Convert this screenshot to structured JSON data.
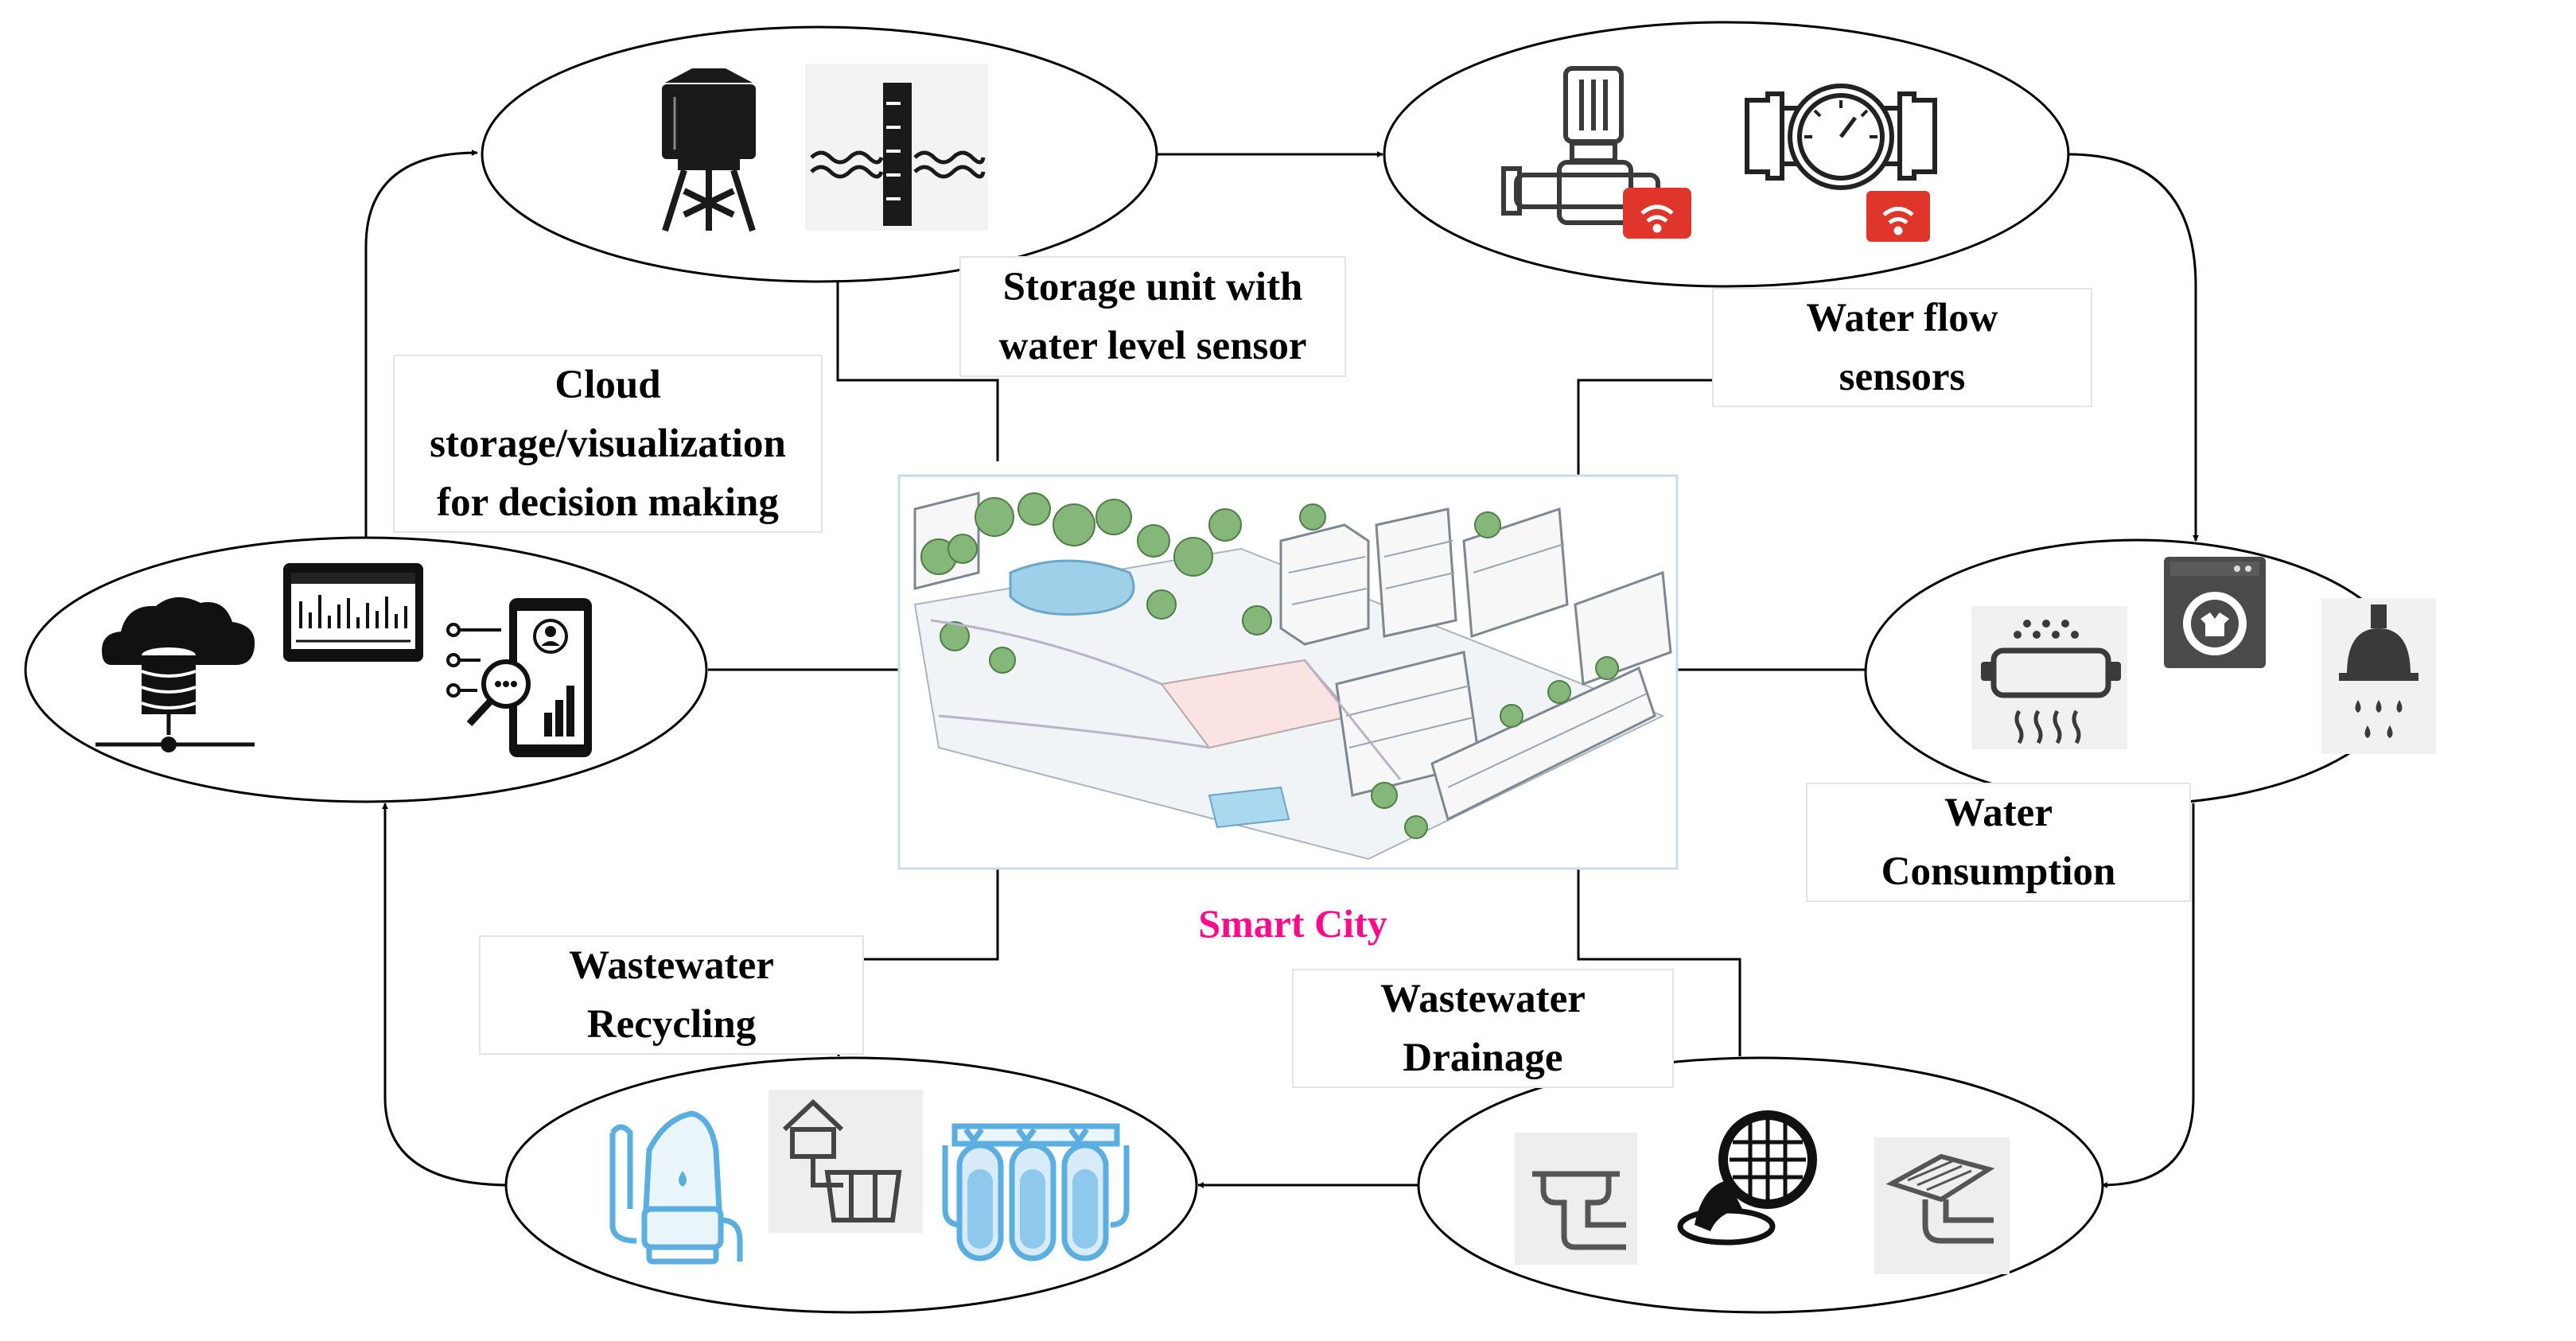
{
  "nodes": {
    "storage": {
      "label_lines": [
        "Storage unit with",
        "water level sensor"
      ]
    },
    "flow": {
      "label_lines": [
        "Water flow",
        "sensors"
      ]
    },
    "consumption": {
      "label_lines": [
        "Water",
        "Consumption"
      ]
    },
    "drainage": {
      "label_lines": [
        "Wastewater",
        "Drainage"
      ]
    },
    "recycling": {
      "label_lines": [
        "Wastewater",
        "Recycling"
      ]
    },
    "cloud": {
      "label_lines": [
        "Cloud",
        "storage/visualization",
        "for decision making"
      ]
    }
  },
  "center": {
    "caption": "Smart City"
  },
  "icons": {
    "storage": [
      "water-tower-icon",
      "water-level-gauge-icon"
    ],
    "flow": [
      "pump-sensor-icon",
      "flow-meter-icon"
    ],
    "consumption": [
      "steam-cooker-icon",
      "washing-machine-icon",
      "shower-icon"
    ],
    "drainage": [
      "drain-pipe-icon",
      "manhole-cover-icon",
      "floor-drain-icon"
    ],
    "recycling": [
      "water-filter-icon",
      "septic-tank-icon",
      "filtration-system-icon"
    ],
    "cloud": [
      "cloud-database-icon",
      "dashboard-monitor-icon",
      "mobile-analytics-icon"
    ]
  },
  "colors": {
    "caption": "#ff0a8c",
    "stroke": "#000000",
    "icon_dark": "#1a1a1a",
    "icon_gray": "#4a4a4a",
    "wifi_badge": "#e0352b",
    "water_blue": "#5aaee0"
  }
}
